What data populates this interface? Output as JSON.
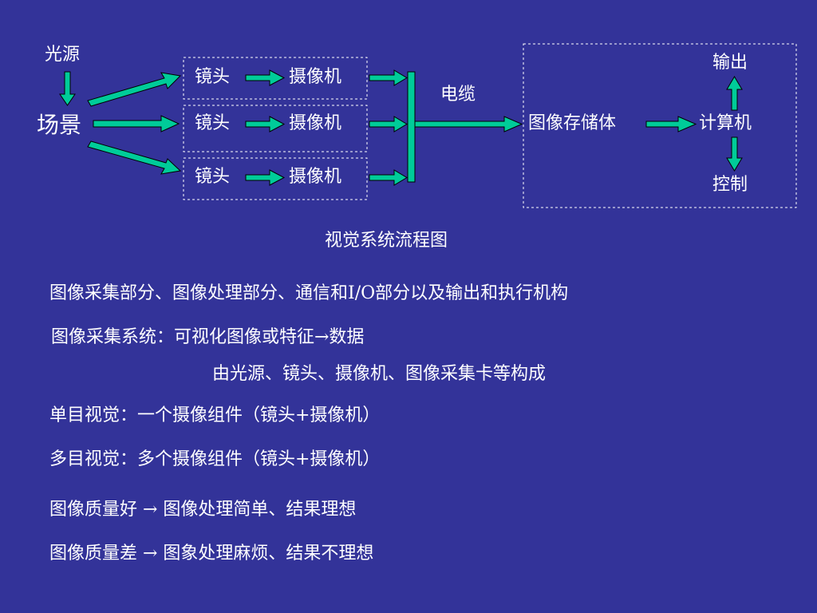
{
  "colors": {
    "background": "#333399",
    "text": "#ffffff",
    "arrow_fill": "#00cc99",
    "arrow_stroke": "#000000",
    "dashed_border": "#ffffff"
  },
  "diagram": {
    "light_source": "光源",
    "scene": "场景",
    "modules": [
      {
        "lens": "镜头",
        "camera": "摄像机"
      },
      {
        "lens": "镜头",
        "camera": "摄像机"
      },
      {
        "lens": "镜头",
        "camera": "摄像机"
      }
    ],
    "cable": "电缆",
    "storage": "图像存储体",
    "computer": "计算机",
    "output": "输出",
    "control": "控制",
    "caption": "视觉系统流程图"
  },
  "notes": {
    "components": "图像采集部分、图像处理部分、通信和I/O部分以及输出和执行机构",
    "acquisition_system": "图像采集系统：可视化图像或特征→数据",
    "acquisition_makeup": "由光源、镜头、摄像机、图像采集卡等构成",
    "monocular": "单目视觉：一个摄像组件（镜头+摄像机）",
    "multiocular": "多目视觉：多个摄像组件（镜头+摄像机）",
    "quality_good": "图像质量好 → 图像处理简单、结果理想",
    "quality_bad": "图像质量差  → 图象处理麻烦、结果不理想"
  }
}
